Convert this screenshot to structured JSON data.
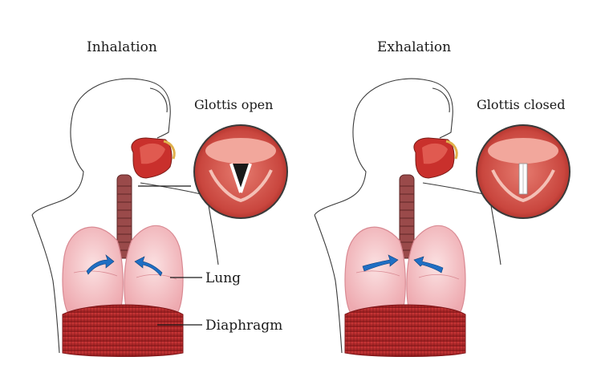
{
  "panels": [
    {
      "title": "Inhalation",
      "glottis_label": "Glottis open",
      "glottis_state": "open",
      "airflow": "in"
    },
    {
      "title": "Exhalation",
      "glottis_label": "Glottis closed",
      "glottis_state": "closed",
      "airflow": "out"
    }
  ],
  "labels": {
    "lung": "Lung",
    "diaphragm": "Diaphragm"
  },
  "colors": {
    "outline": "#3a3a3a",
    "lung_fill": "#f4c3c6",
    "lung_edge": "#d98a93",
    "diaphragm": "#b8252a",
    "diaphragm_dark": "#7e1518",
    "trachea": "#9a4a4a",
    "mouth": "#c9302c",
    "glottis_ring": "#b82e28",
    "arrow": "#1f6fc4"
  },
  "icons": [
    "airflow-arrow-icon",
    "glottis-icon"
  ]
}
